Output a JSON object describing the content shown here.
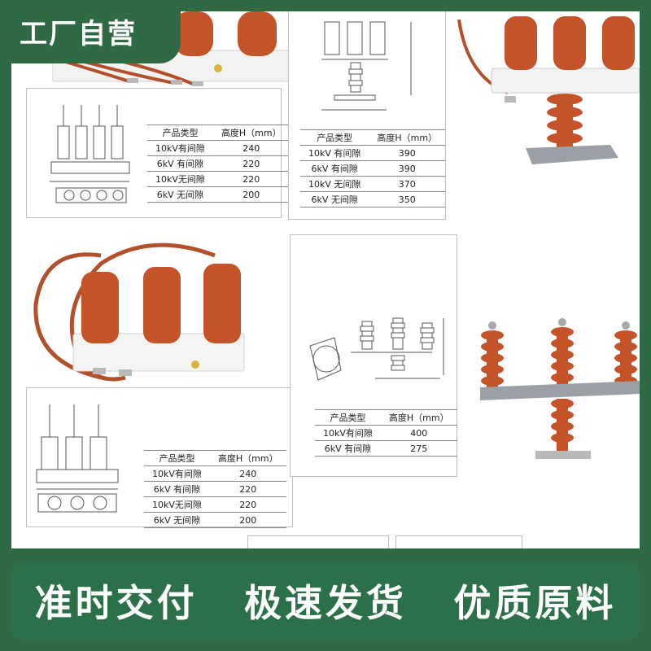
{
  "badge": {
    "label": "工厂自营"
  },
  "tables": {
    "top_left": {
      "header": [
        "产品类型",
        "高度H（mm）"
      ],
      "rows": [
        [
          "10kV有间隙",
          "240"
        ],
        [
          "6kV 有间隙",
          "220"
        ],
        [
          "10kV无间隙",
          "220"
        ],
        [
          "6kV 无间隙",
          "200"
        ]
      ]
    },
    "top_middle": {
      "header": [
        "产品类型",
        "高度H（mm）"
      ],
      "rows": [
        [
          "10kV 有间隙",
          "390"
        ],
        [
          "6kV 有间隙",
          "390"
        ],
        [
          "10kV 无间隙",
          "370"
        ],
        [
          "6kV 无间隙",
          "350"
        ]
      ]
    },
    "middle": {
      "header": [
        "产品类型",
        "高度H（mm）"
      ],
      "rows": [
        [
          "10kV有间隙",
          "400"
        ],
        [
          "6kV 有间隙",
          "275"
        ]
      ]
    },
    "bottom_left": {
      "header": [
        "产品类型",
        "高度H（mm）"
      ],
      "rows": [
        [
          "10kV有间隙",
          "240"
        ],
        [
          "6kV 有间隙",
          "220"
        ],
        [
          "10kV无间隙",
          "220"
        ],
        [
          "6kV 无间隙",
          "200"
        ]
      ]
    }
  },
  "footer": {
    "slogans": [
      "准时交付",
      "极速发货",
      "优质原料"
    ]
  },
  "colors": {
    "brand_green": "#2f6a45",
    "arrester_orange": "#c4532a",
    "body_white": "#f4f4f2"
  }
}
